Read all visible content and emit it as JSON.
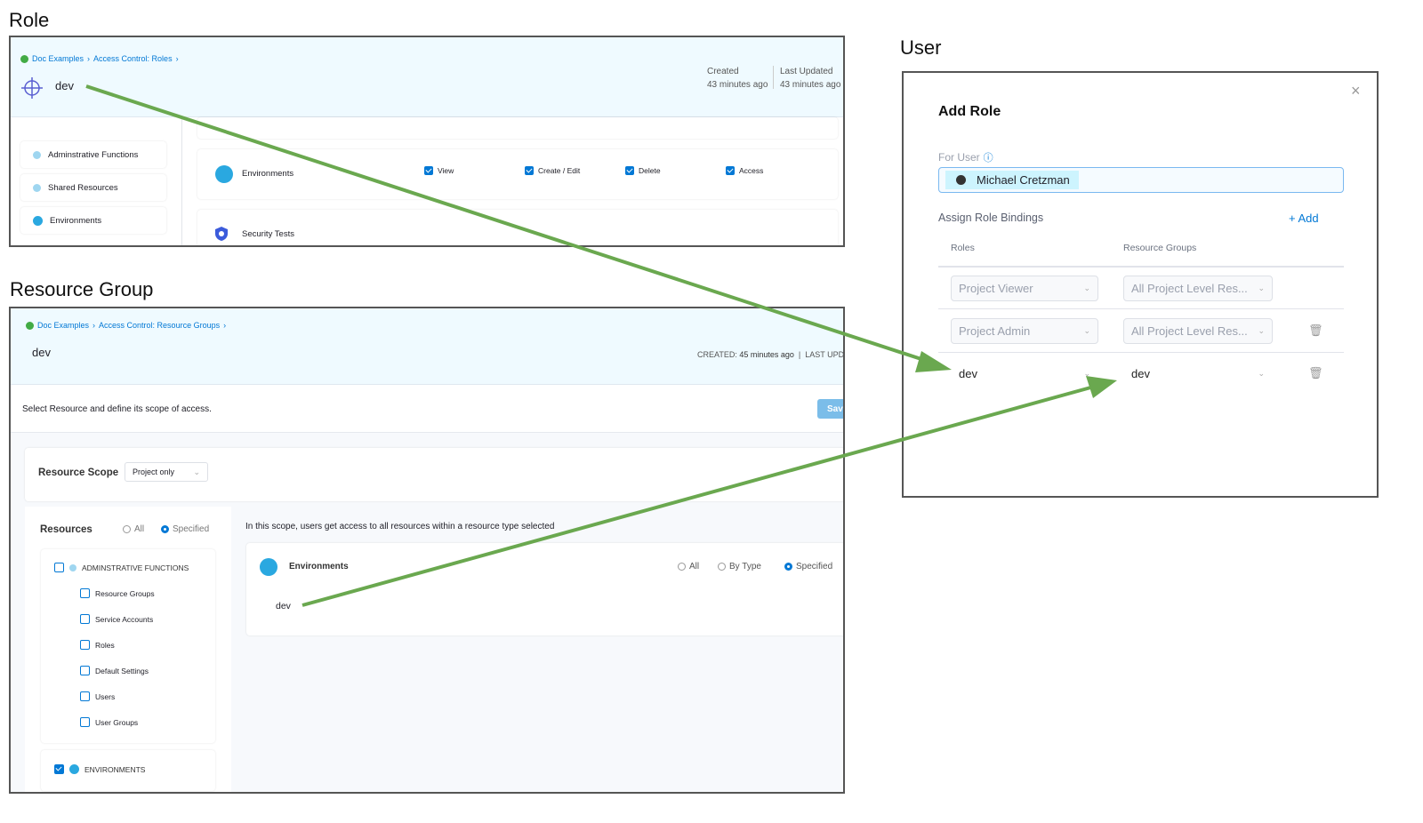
{
  "labels": {
    "role": "Role",
    "resource_group": "Resource Group",
    "user": "User"
  },
  "role_panel": {
    "breadcrumb": [
      "Doc Examples",
      "Access Control: Roles"
    ],
    "title": "dev",
    "created_label": "Created",
    "created_value": "43 minutes ago",
    "updated_label": "Last Updated",
    "updated_value": "43 minutes ago",
    "sidebar": [
      "Adminstrative Functions",
      "Shared Resources",
      "Environments"
    ],
    "environments": {
      "label": "Environments",
      "permissions": [
        "View",
        "Create / Edit",
        "Delete",
        "Access"
      ]
    },
    "security_tests": "Security Tests"
  },
  "rg_panel": {
    "breadcrumb": [
      "Doc Examples",
      "Access Control: Resource Groups"
    ],
    "title": "dev",
    "created_label": "CREATED:",
    "created_value": "45 minutes ago",
    "updated_label": "LAST UPD",
    "instruction": "Select Resource and define its scope of access.",
    "save": "Save",
    "scope_label": "Resource Scope",
    "scope_value": "Project only",
    "resources_label": "Resources",
    "radio_all": "All",
    "radio_specified": "Specified",
    "admin_header": "ADMINSTRATIVE FUNCTIONS",
    "admin_items": [
      "Resource Groups",
      "Service Accounts",
      "Roles",
      "Default Settings",
      "Users",
      "User Groups"
    ],
    "env_header": "ENVIRONMENTS",
    "scope_note": "In this scope, users get access to all resources within a resource type selected",
    "env_card": {
      "label": "Environments",
      "options": [
        "All",
        "By Type",
        "Specified"
      ],
      "selected": "dev"
    }
  },
  "user_panel": {
    "title": "Add Role",
    "for_user": "For User",
    "user_name": "Michael Cretzman",
    "bindings_label": "Assign Role Bindings",
    "add": "+ Add",
    "col_roles": "Roles",
    "col_rg": "Resource Groups",
    "rows": [
      {
        "role": "Project Viewer",
        "rg": "All Project Level Res...",
        "deletable": false
      },
      {
        "role": "Project Admin",
        "rg": "All Project Level Res...",
        "deletable": true
      },
      {
        "role": "dev",
        "rg": "dev",
        "deletable": true
      }
    ]
  },
  "colors": {
    "arrow": "#6aa84f",
    "accent": "#0278d5",
    "header_bg": "#effaff"
  }
}
